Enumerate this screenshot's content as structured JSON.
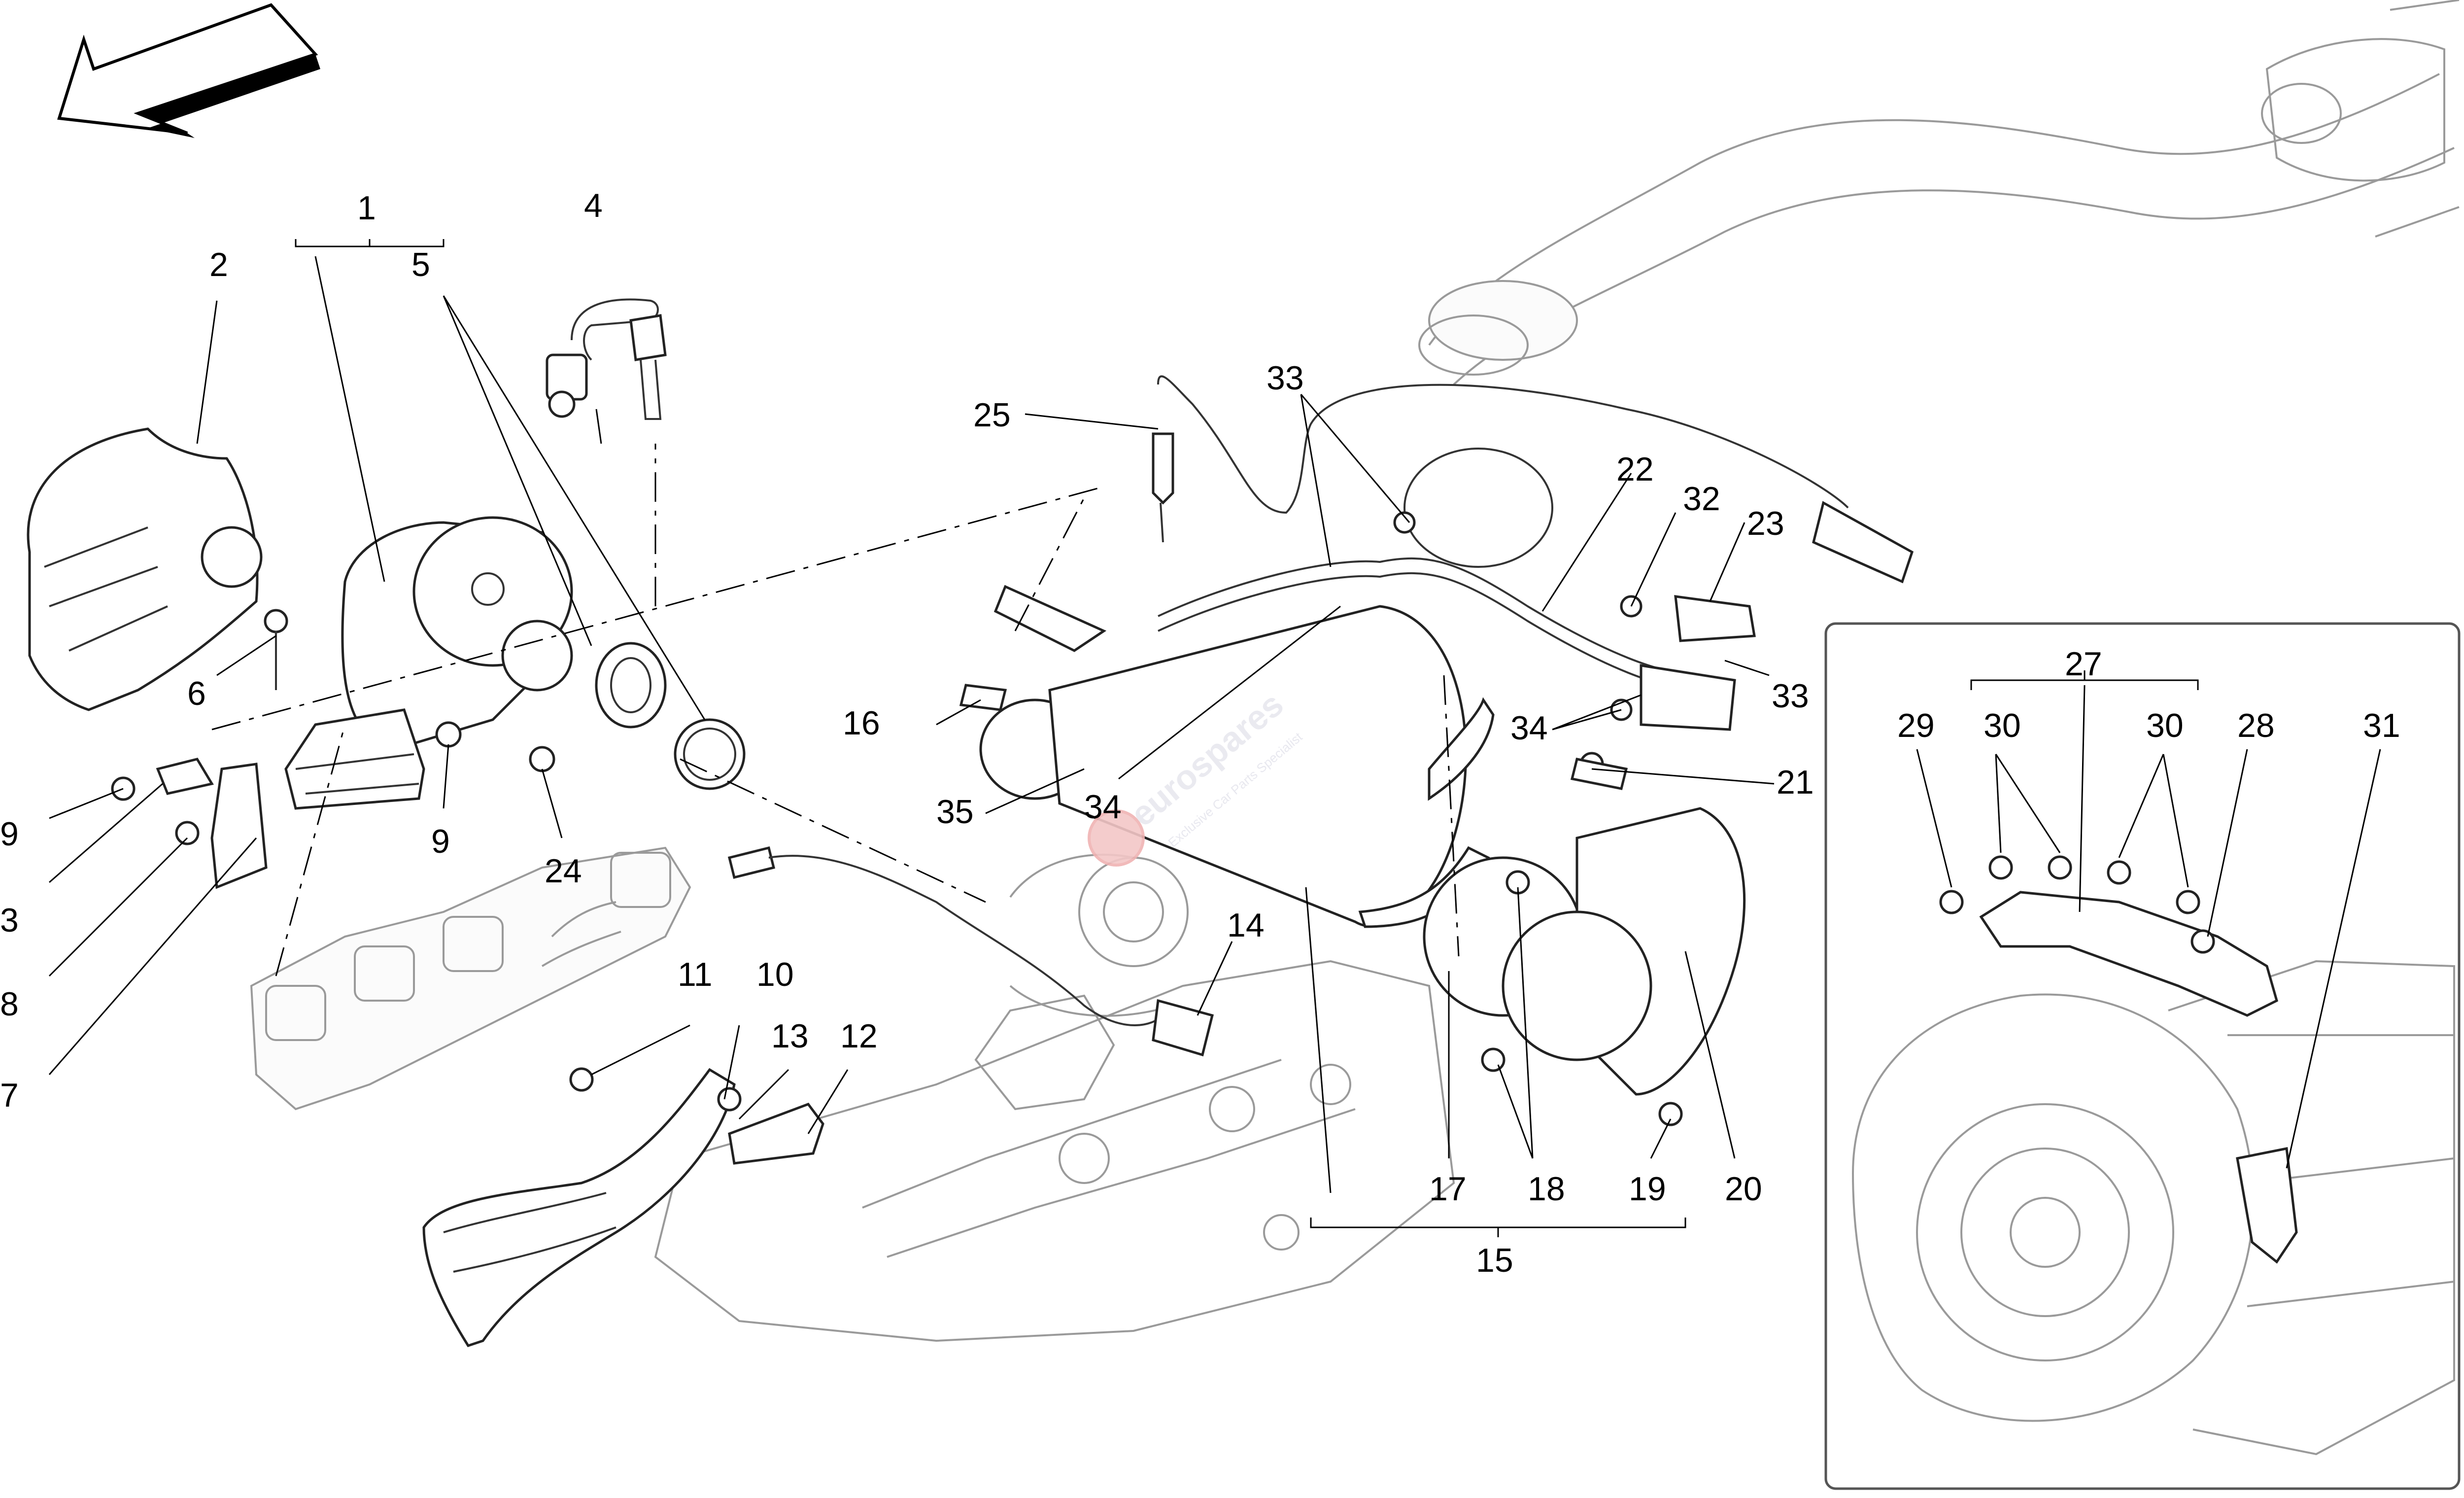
{
  "diagram": {
    "callouts": [
      {
        "id": "c1",
        "text": "1"
      },
      {
        "id": "c2",
        "text": "2"
      },
      {
        "id": "c3",
        "text": "3"
      },
      {
        "id": "c4",
        "text": "4"
      },
      {
        "id": "c5",
        "text": "5"
      },
      {
        "id": "c6",
        "text": "6"
      },
      {
        "id": "c7",
        "text": "7"
      },
      {
        "id": "c8",
        "text": "8"
      },
      {
        "id": "c9a",
        "text": "9"
      },
      {
        "id": "c9b",
        "text": "9"
      },
      {
        "id": "c10",
        "text": "10"
      },
      {
        "id": "c11",
        "text": "11"
      },
      {
        "id": "c12",
        "text": "12"
      },
      {
        "id": "c13",
        "text": "13"
      },
      {
        "id": "c14",
        "text": "14"
      },
      {
        "id": "c15",
        "text": "15"
      },
      {
        "id": "c16",
        "text": "16"
      },
      {
        "id": "c17",
        "text": "17"
      },
      {
        "id": "c18",
        "text": "18"
      },
      {
        "id": "c19",
        "text": "19"
      },
      {
        "id": "c20",
        "text": "20"
      },
      {
        "id": "c21",
        "text": "21"
      },
      {
        "id": "c22",
        "text": "22"
      },
      {
        "id": "c23",
        "text": "23"
      },
      {
        "id": "c24",
        "text": "24"
      },
      {
        "id": "c25",
        "text": "25"
      },
      {
        "id": "c27",
        "text": "27"
      },
      {
        "id": "c28",
        "text": "28"
      },
      {
        "id": "c29",
        "text": "29"
      },
      {
        "id": "c30a",
        "text": "30"
      },
      {
        "id": "c30b",
        "text": "30"
      },
      {
        "id": "c31",
        "text": "31"
      },
      {
        "id": "c32",
        "text": "32"
      },
      {
        "id": "c33a",
        "text": "33"
      },
      {
        "id": "c33b",
        "text": "33"
      },
      {
        "id": "c34a",
        "text": "34"
      },
      {
        "id": "c34b",
        "text": "34"
      },
      {
        "id": "c35",
        "text": "35"
      }
    ],
    "watermark": {
      "brand": "eurospares",
      "tagline": "Exclusive Car Parts Specialist"
    },
    "icons": {
      "direction_arrow": "front-direction-arrow-icon",
      "brand_logo": "wheel-logo-icon"
    }
  }
}
